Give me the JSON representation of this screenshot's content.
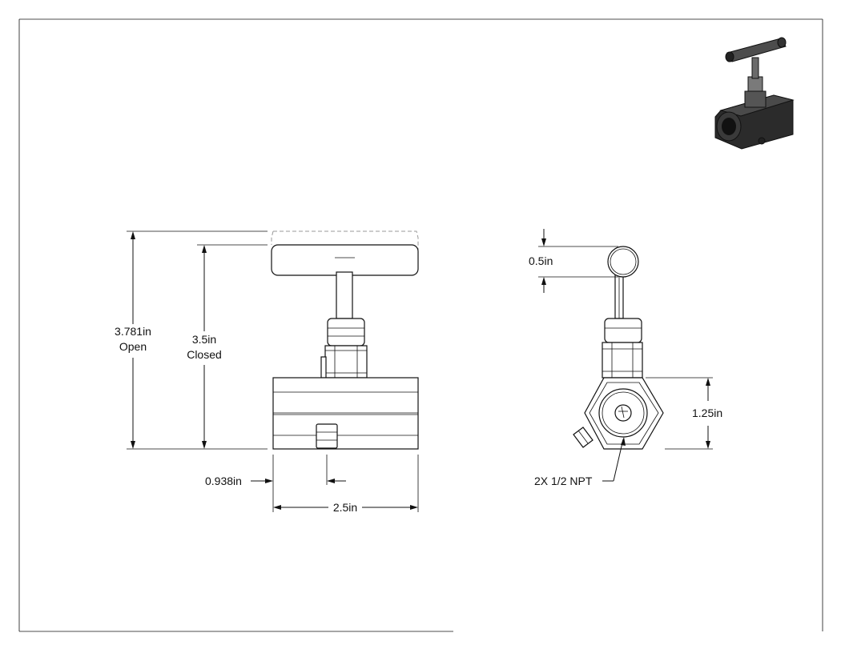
{
  "dimensions": {
    "open_height": "3.781in",
    "open_label": "Open",
    "closed_height": "3.5in",
    "closed_label": "Closed",
    "offset": "0.938in",
    "width": "2.5in",
    "handle_diameter": "0.5in",
    "body_hex": "1.25in",
    "port_callout": "2X 1/2 NPT"
  }
}
